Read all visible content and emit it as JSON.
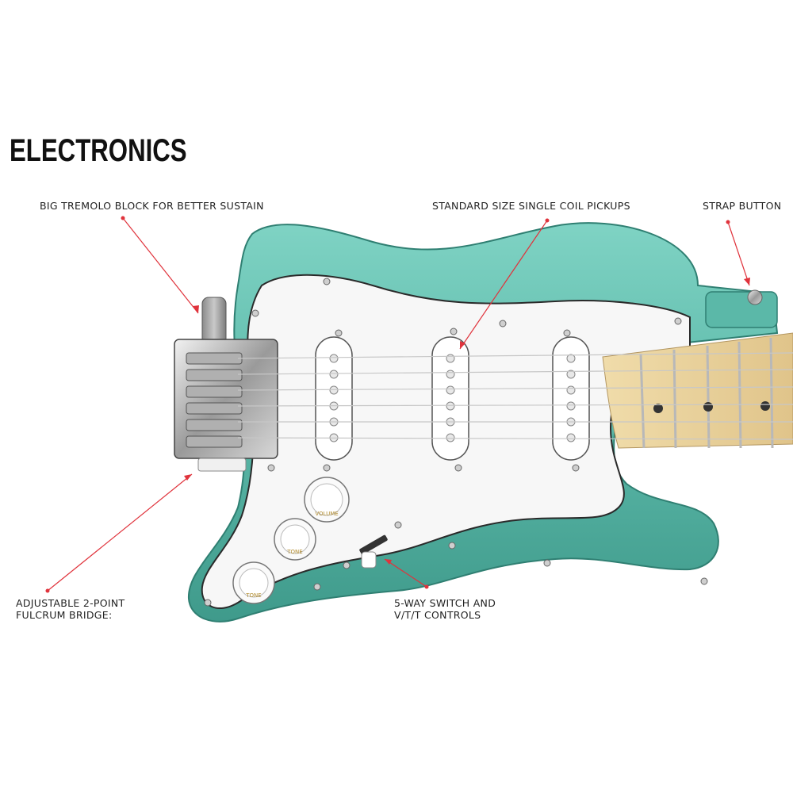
{
  "heading": "ELECTRONICS",
  "callouts": {
    "tremolo_block": "BIG TREMOLO BLOCK FOR BETTER SUSTAIN",
    "pickups": "STANDARD SIZE SINGLE COIL PICKUPS",
    "strap_button": "STRAP BUTTON",
    "bridge_line1": "ADJUSTABLE 2-POINT",
    "bridge_line2": "FULCRUM BRIDGE:",
    "switch_line1": "5-WAY SWITCH AND",
    "switch_line2": "V/T/T CONTROLS"
  },
  "knobs": {
    "volume": "VOLUME",
    "tone1": "TONE",
    "tone2": "TONE"
  },
  "colors": {
    "body": "#5bb8a8",
    "pickguard": "#f7f7f7",
    "neck": "#e8cf98",
    "callout_line": "#e0333c",
    "text": "#222222"
  }
}
